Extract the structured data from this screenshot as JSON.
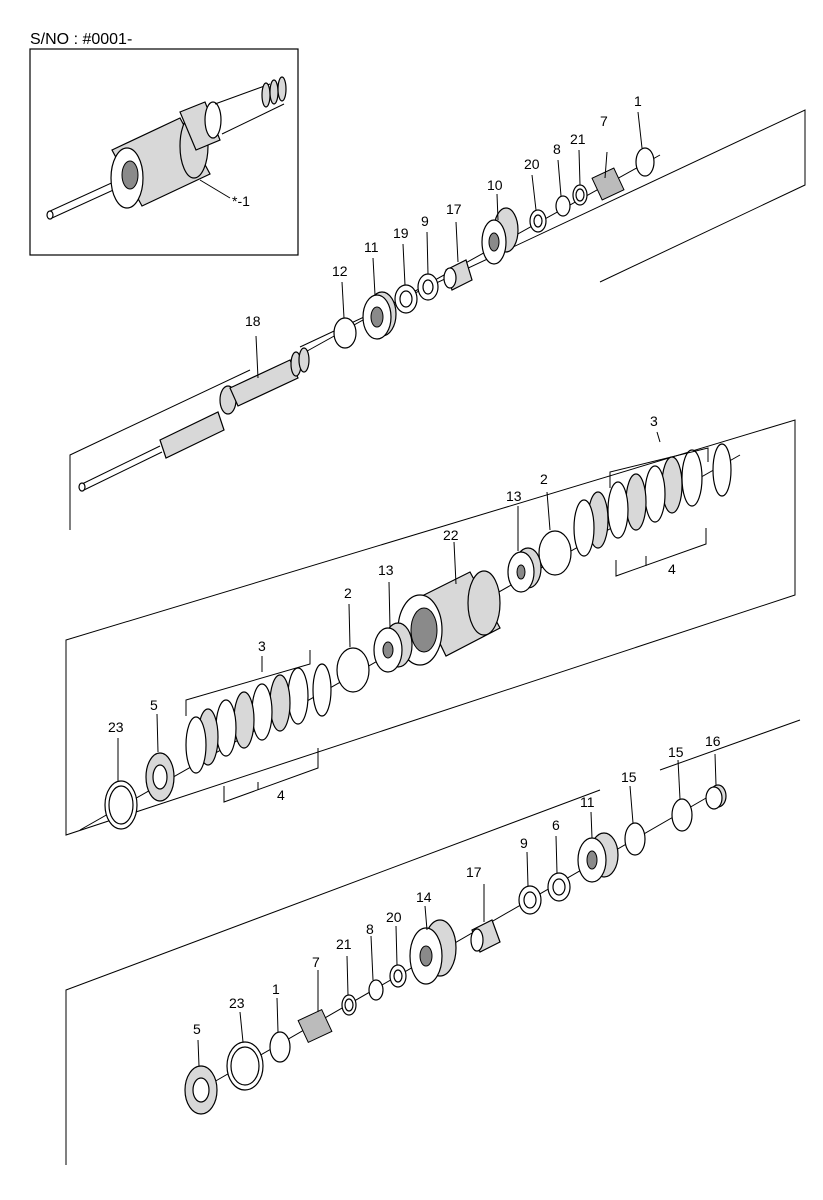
{
  "header": {
    "serial_label": "S/NO : #0001-"
  },
  "inset": {
    "callout": "*-1"
  },
  "callouts": {
    "a1": "1",
    "a7": "7",
    "a21": "21",
    "a8": "8",
    "a20": "20",
    "a10": "10",
    "a17": "17",
    "a9": "9",
    "a19": "19",
    "a11": "11",
    "a12": "12",
    "a18": "18",
    "b3": "3",
    "b2": "2",
    "b13": "13",
    "b22": "22",
    "b4": "4",
    "c2": "2",
    "c13": "13",
    "c3": "3",
    "c5": "5",
    "c23": "23",
    "c4": "4",
    "d16": "16",
    "d15a": "15",
    "d15b": "15",
    "d11": "11",
    "d6": "6",
    "d9": "9",
    "d17": "17",
    "d14": "14",
    "d20": "20",
    "d8": "8",
    "d21": "21",
    "d7": "7",
    "d1": "1",
    "d23": "23",
    "d5": "5"
  }
}
